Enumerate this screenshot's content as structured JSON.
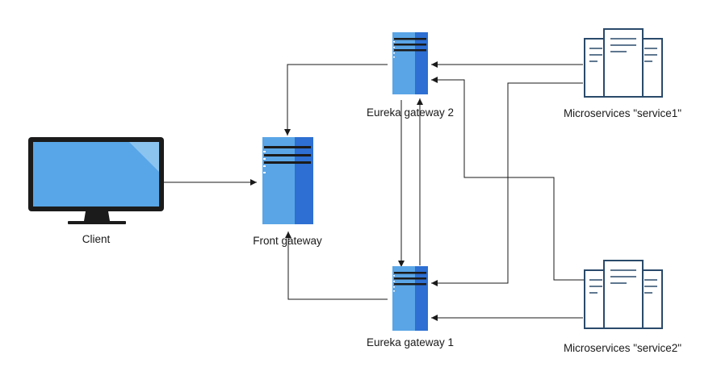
{
  "nodes": {
    "client": {
      "label": "Client",
      "icon": "monitor-icon"
    },
    "front_gateway": {
      "label": "Front gateway",
      "icon": "server-icon"
    },
    "eureka_gateway_2": {
      "label": "Eureka gateway 2",
      "icon": "server-icon"
    },
    "eureka_gateway_1": {
      "label": "Eureka gateway 1",
      "icon": "server-icon"
    },
    "service1": {
      "label": "Microservices \"service1\"",
      "icon": "server-rack-icon"
    },
    "service2": {
      "label": "Microservices \"service2\"",
      "icon": "server-rack-icon"
    }
  },
  "colors": {
    "server_light": "#5aa5e6",
    "server_dark": "#2d6fd2",
    "monitor_screen": "#58a6e7",
    "monitor_frame": "#1b1b1b",
    "outline": "#2a4a6b",
    "connector": "#1a1a1a"
  }
}
